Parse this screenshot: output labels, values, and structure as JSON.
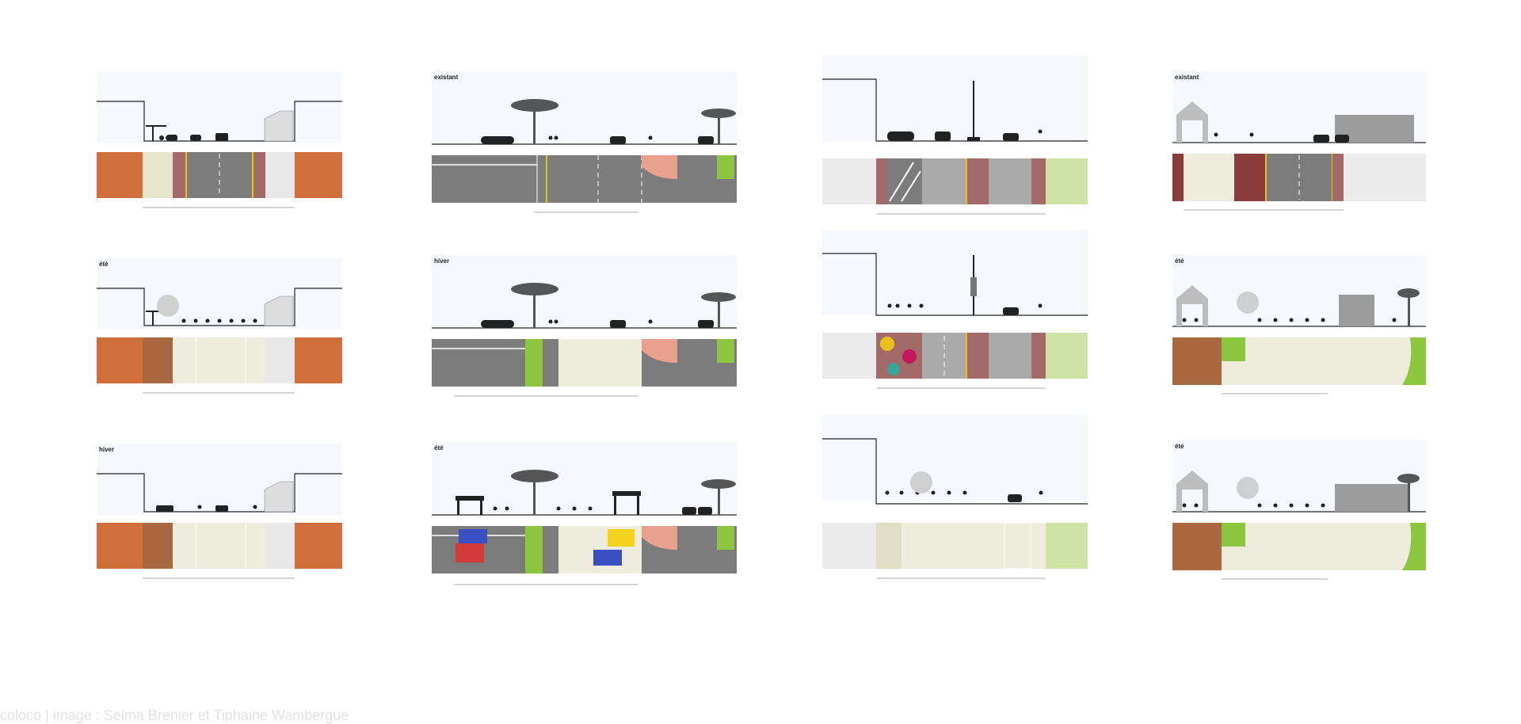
{
  "panels": [
    {
      "id": "c1r1",
      "label": ""
    },
    {
      "id": "c1r2",
      "label": "été"
    },
    {
      "id": "c1r3",
      "label": "hiver"
    },
    {
      "id": "c2r1",
      "label": "existant"
    },
    {
      "id": "c2r2",
      "label": "hiver"
    },
    {
      "id": "c2r3",
      "label": "été"
    },
    {
      "id": "c3r1",
      "label": ""
    },
    {
      "id": "c3r2",
      "label": ""
    },
    {
      "id": "c3r3",
      "label": ""
    },
    {
      "id": "c4r1",
      "label": "existant"
    },
    {
      "id": "c4r2",
      "label": "été"
    },
    {
      "id": "c4r3",
      "label": "été"
    }
  ],
  "credit": "coloco | image : Selma Brenier et Tiphaine Wambergue",
  "colors": {
    "sky": "#f5f9fd",
    "asphalt": "#7c7c7c",
    "brick": "#cf6f3c",
    "wood": "#a9683f",
    "cream": "#eeeddd",
    "grass": "#8dc63f",
    "bikelane": "#a36a6a",
    "lightgray": "#ebebeb",
    "palegreen": "#cfe3a7",
    "salmon": "#e8a08f",
    "blue": "#3a4fc4",
    "red": "#d23a3a",
    "yellow": "#f2d21b",
    "tile": "#8a3b3b"
  }
}
